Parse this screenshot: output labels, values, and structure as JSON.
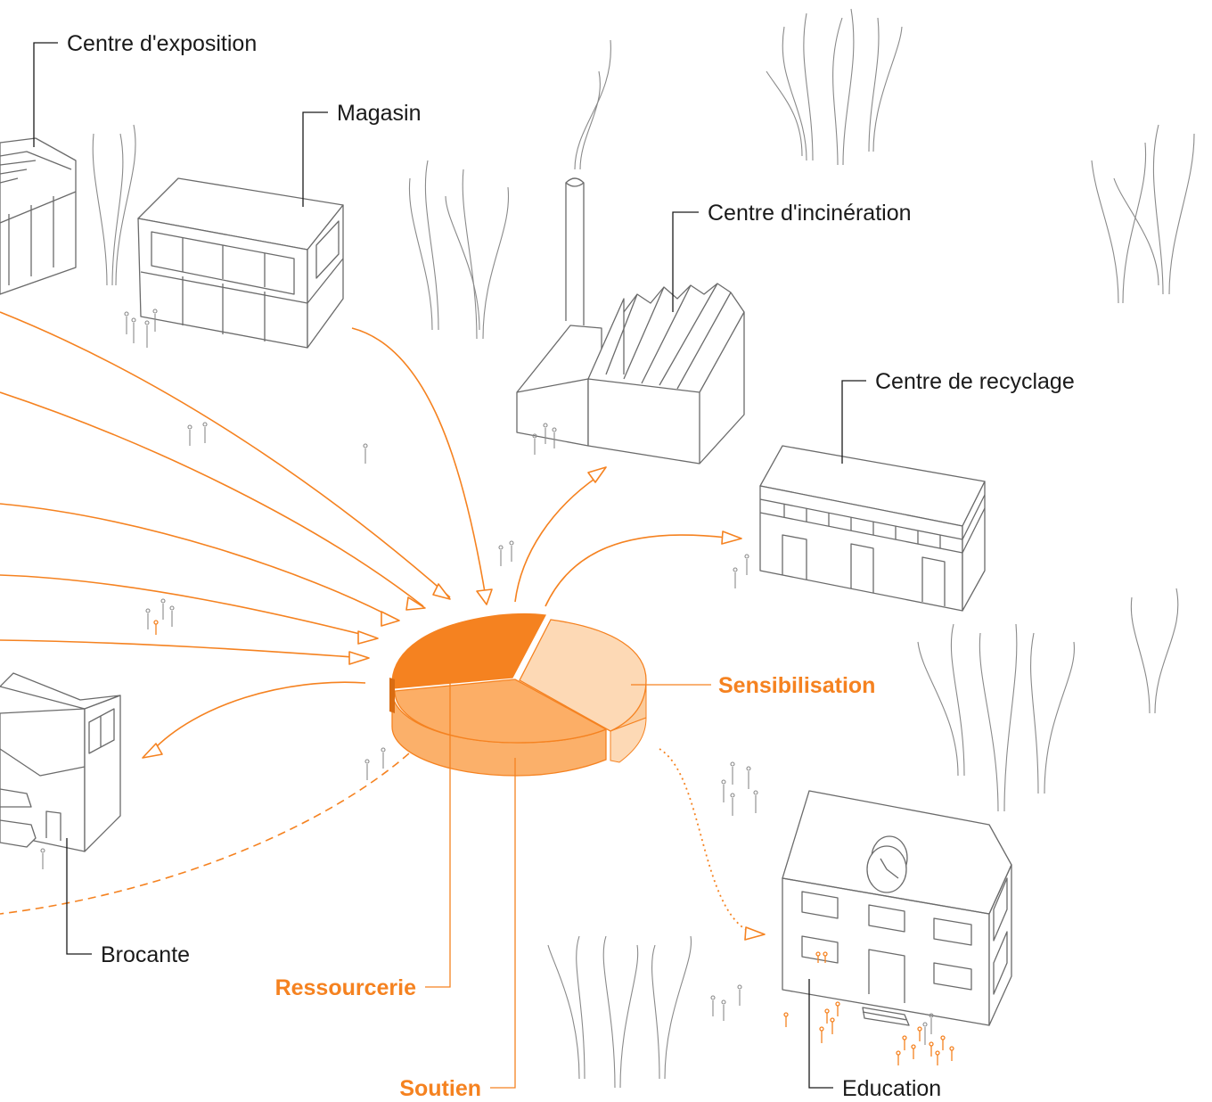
{
  "labels": {
    "centre_exposition": "Centre d'exposition",
    "magasin": "Magasin",
    "centre_incineration": "Centre d'incinération",
    "centre_recyclage": "Centre de recyclage",
    "sensibilisation": "Sensibilisation",
    "brocante": "Brocante",
    "ressourcerie": "Ressourcerie",
    "soutien": "Soutien",
    "education": "Education"
  },
  "colors": {
    "accent": "#f58220",
    "slice_dark": "#f58220",
    "slice_mid": "#fbb06a",
    "slice_light": "#fdd9b5",
    "building_line": "#6b6b6b",
    "label_text": "#1a1a1a"
  }
}
